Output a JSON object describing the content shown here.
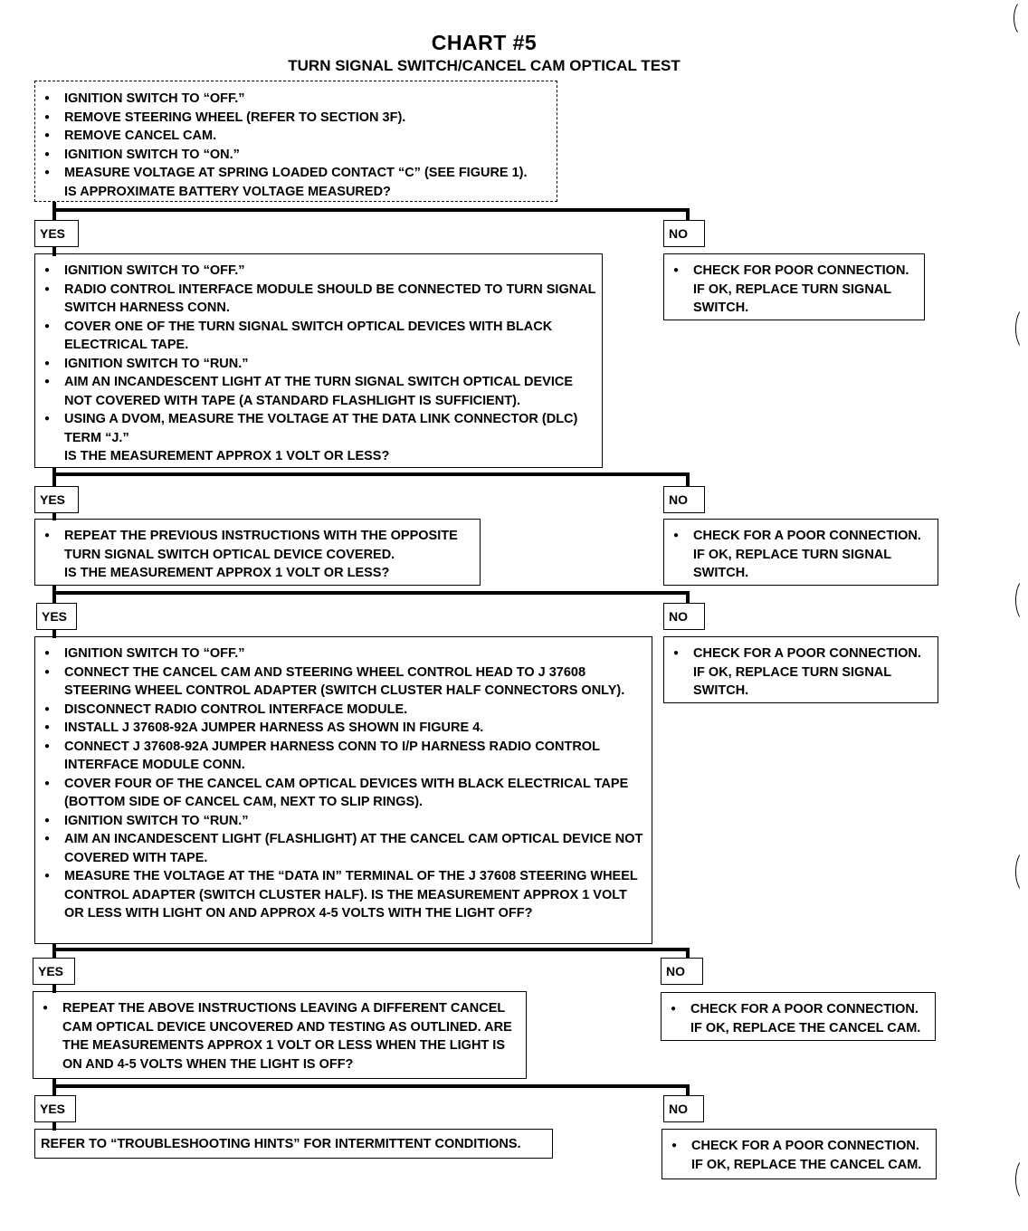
{
  "title": "CHART #5",
  "subtitle": "TURN SIGNAL SWITCH/CANCEL CAM OPTICAL TEST",
  "labels": {
    "yes": "YES",
    "no": "NO"
  },
  "step1": {
    "items": [
      "IGNITION SWITCH TO “OFF.”",
      "REMOVE STEERING WHEEL (REFER TO SECTION 3F).",
      "REMOVE CANCEL CAM.",
      "IGNITION SWITCH TO “ON.”",
      "MEASURE VOLTAGE AT SPRING LOADED CONTACT “C” (SEE FIGURE 1)."
    ],
    "question": "IS APPROXIMATE BATTERY VOLTAGE MEASURED?"
  },
  "no1": {
    "items": [
      "CHECK FOR POOR CONNECTION. IF OK, REPLACE TURN SIGNAL SWITCH."
    ]
  },
  "step2": {
    "items": [
      "IGNITION SWITCH TO “OFF.”",
      "RADIO CONTROL INTERFACE MODULE SHOULD BE CONNECTED TO TURN SIGNAL SWITCH HARNESS CONN.",
      "COVER ONE OF THE TURN SIGNAL SWITCH OPTICAL DEVICES WITH BLACK ELECTRICAL TAPE.",
      "IGNITION SWITCH TO “RUN.”",
      "AIM AN INCANDESCENT LIGHT AT THE TURN SIGNAL SWITCH OPTICAL DEVICE NOT COVERED WITH TAPE (A STANDARD FLASHLIGHT IS SUFFICIENT).",
      "USING A DVOM, MEASURE THE VOLTAGE AT THE DATA LINK CONNECTOR (DLC) TERM “J.”"
    ],
    "question": "IS THE MEASUREMENT APPROX 1 VOLT OR LESS?"
  },
  "no2": {
    "items": [
      "CHECK FOR A POOR CONNECTION. IF OK, REPLACE TURN SIGNAL SWITCH."
    ]
  },
  "step3": {
    "items": [
      "REPEAT THE PREVIOUS INSTRUCTIONS WITH THE OPPOSITE TURN SIGNAL SWITCH OPTICAL DEVICE COVERED."
    ],
    "question": "IS THE MEASUREMENT APPROX 1 VOLT OR LESS?"
  },
  "no3": {
    "items": [
      "CHECK FOR A POOR CONNECTION. IF OK, REPLACE TURN SIGNAL SWITCH."
    ]
  },
  "step4": {
    "items": [
      "IGNITION SWITCH TO “OFF.”",
      "CONNECT THE CANCEL CAM AND STEERING WHEEL CONTROL HEAD TO J 37608 STEERING WHEEL CONTROL ADAPTER (SWITCH CLUSTER HALF CONNECTORS ONLY).",
      "DISCONNECT RADIO CONTROL INTERFACE MODULE.",
      "INSTALL J 37608-92A JUMPER HARNESS AS SHOWN IN FIGURE 4.",
      "CONNECT J 37608-92A JUMPER HARNESS CONN TO I/P HARNESS RADIO CONTROL INTERFACE MODULE CONN.",
      "COVER FOUR OF THE CANCEL CAM OPTICAL DEVICES WITH BLACK ELECTRICAL TAPE (BOTTOM SIDE OF CANCEL CAM, NEXT TO SLIP RINGS).",
      "IGNITION SWITCH TO “RUN.”",
      "AIM AN INCANDESCENT LIGHT (FLASHLIGHT) AT THE CANCEL CAM OPTICAL DEVICE NOT COVERED WITH TAPE.",
      "MEASURE THE VOLTAGE AT THE “DATA IN” TERMINAL OF THE J 37608 STEERING WHEEL CONTROL ADAPTER (SWITCH CLUSTER HALF). IS THE MEASUREMENT APPROX 1 VOLT OR LESS WITH LIGHT ON AND APPROX 4-5 VOLTS WITH THE LIGHT OFF?"
    ]
  },
  "no4": {
    "items": [
      "CHECK FOR A POOR CONNECTION. IF OK, REPLACE TURN SIGNAL SWITCH."
    ]
  },
  "step5": {
    "items": [
      "REPEAT THE ABOVE INSTRUCTIONS LEAVING A DIFFERENT CANCEL CAM OPTICAL DEVICE UNCOVERED AND TESTING AS OUTLINED. ARE THE MEASUREMENTS APPROX 1 VOLT OR LESS WHEN THE LIGHT IS ON AND 4-5 VOLTS WHEN THE LIGHT IS OFF?"
    ]
  },
  "no5": {
    "items": [
      "CHECK FOR A POOR CONNECTION. IF OK, REPLACE THE CANCEL CAM."
    ]
  },
  "final_yes": "REFER TO “TROUBLESHOOTING HINTS” FOR INTERMITTENT CONDITIONS.",
  "no6": {
    "items": [
      "CHECK FOR A POOR CONNECTION. IF OK, REPLACE THE CANCEL CAM."
    ]
  }
}
